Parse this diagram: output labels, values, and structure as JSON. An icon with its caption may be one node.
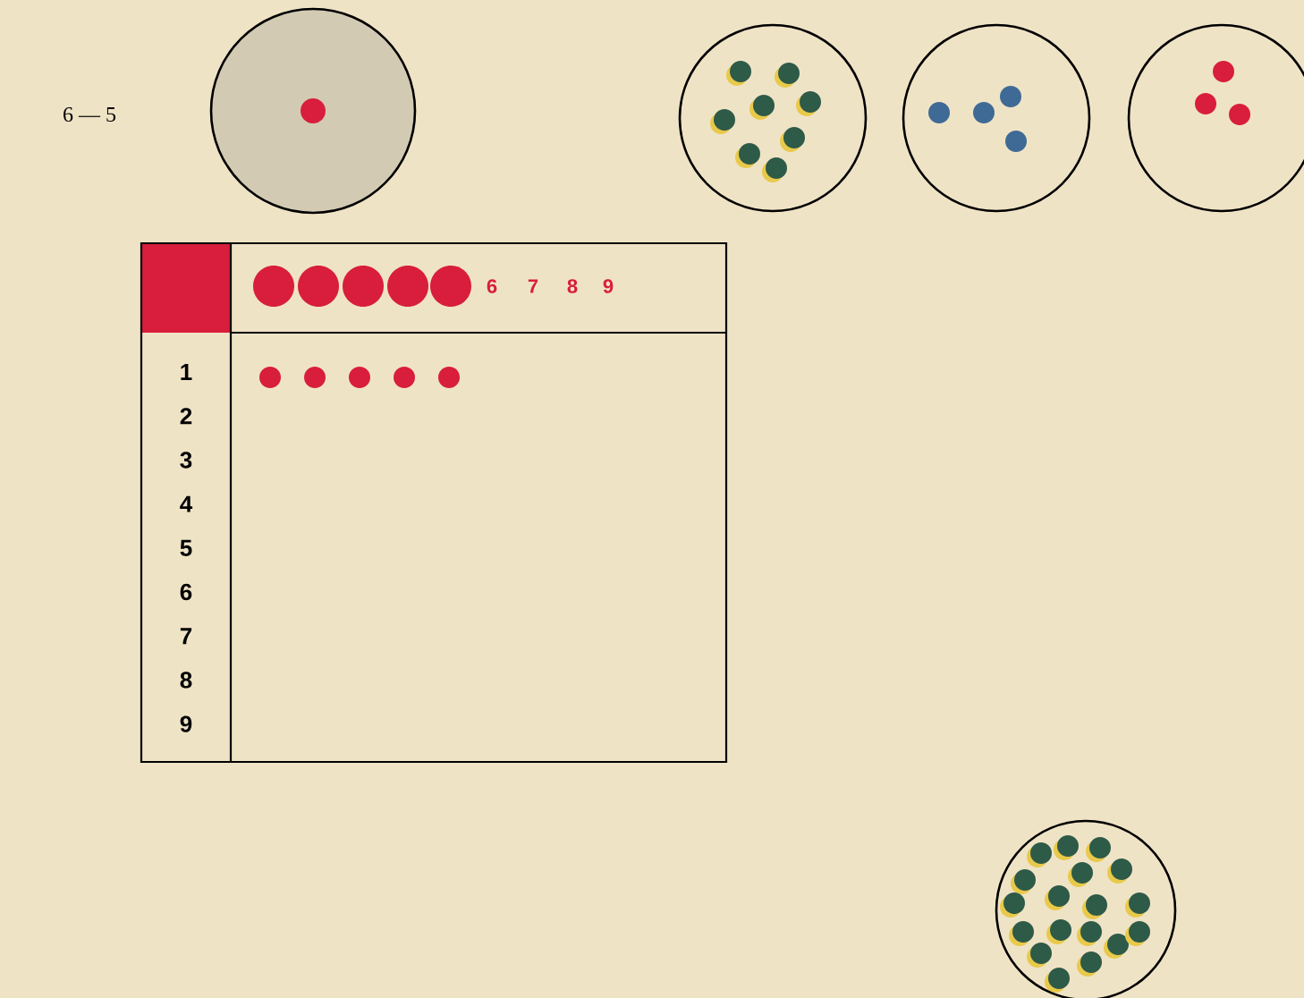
{
  "diagram": {
    "labels": [
      "6 — 5",
      "6",
      "7",
      "8",
      "9",
      "1",
      "2",
      "3",
      "4",
      "5",
      "6",
      "7",
      "8",
      "9"
    ]
  }
}
